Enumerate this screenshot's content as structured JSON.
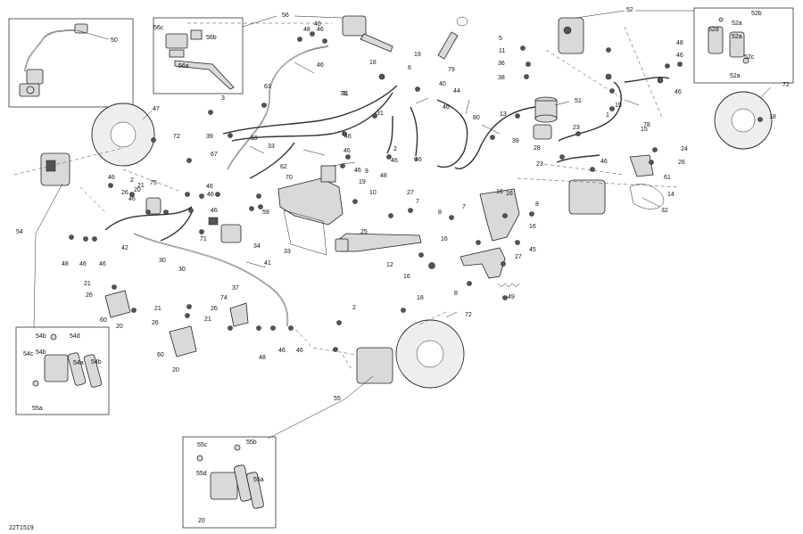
{
  "diagram": {
    "drawing_code": "22T1519",
    "callouts": [
      "50",
      "56",
      "56c",
      "56b",
      "56a",
      "48",
      "46",
      "46",
      "63",
      "3",
      "47",
      "72",
      "18",
      "39",
      "59",
      "31",
      "33",
      "79",
      "19",
      "6",
      "40",
      "44",
      "80",
      "51",
      "13",
      "28",
      "39",
      "38",
      "36",
      "11",
      "5",
      "52",
      "52d",
      "52a",
      "52b",
      "52a",
      "52c",
      "52a",
      "48",
      "46",
      "46",
      "72",
      "18",
      "1",
      "15",
      "78",
      "23",
      "23",
      "15",
      "46",
      "24",
      "26",
      "61",
      "14",
      "32",
      "2",
      "75",
      "20",
      "21",
      "26",
      "46",
      "46",
      "46",
      "46",
      "59",
      "67",
      "62",
      "70",
      "19",
      "10",
      "71",
      "34",
      "33",
      "25",
      "27",
      "7",
      "16",
      "16",
      "8",
      "16",
      "7",
      "8",
      "16",
      "45",
      "27",
      "12",
      "16",
      "8",
      "49",
      "42",
      "48",
      "46",
      "46",
      "54",
      "30",
      "30",
      "41",
      "21",
      "26",
      "60",
      "20",
      "21",
      "26",
      "60",
      "20",
      "74",
      "26",
      "21",
      "48",
      "46",
      "46",
      "2",
      "18",
      "72",
      "55",
      "54b",
      "54d",
      "54c",
      "54b",
      "54a",
      "54b",
      "55a",
      "55c",
      "55b",
      "55d",
      "55a",
      "20",
      "37",
      "31",
      "76",
      "46",
      "46",
      "46",
      "9",
      "46",
      "2",
      "6",
      "48",
      "46",
      "40",
      "46",
      "46"
    ]
  }
}
